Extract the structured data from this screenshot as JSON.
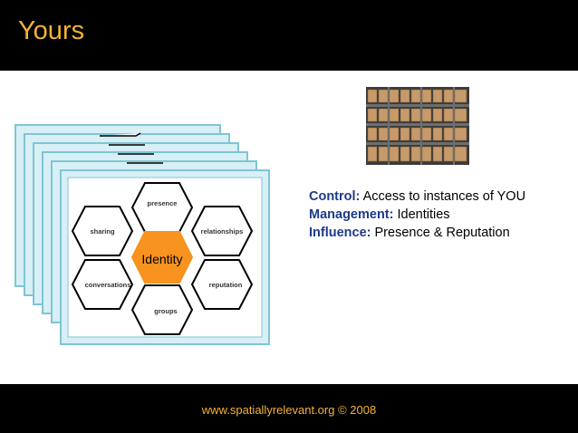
{
  "slide": {
    "title": "Yours",
    "footer": "www.spatiallyrelevant.org © 2008"
  },
  "diagram": {
    "center": "Identity",
    "petals": [
      "presence",
      "sharing",
      "relationships",
      "conversations",
      "reputation",
      "groups"
    ]
  },
  "points": [
    {
      "label": "Control:",
      "text": "Access to instances of YOU"
    },
    {
      "label": "Management:",
      "text": "Identities"
    },
    {
      "label": "Influence:",
      "text": "Presence & Reputation"
    }
  ],
  "colors": {
    "title": "#f5b335",
    "footer": "#f5b335",
    "label": "#1f3a8a",
    "center_hex": "#f7931e",
    "card_border": "#7fc5d6",
    "card_fill": "#d7eff5"
  },
  "image": {
    "name": "filing-shelves-photo"
  }
}
